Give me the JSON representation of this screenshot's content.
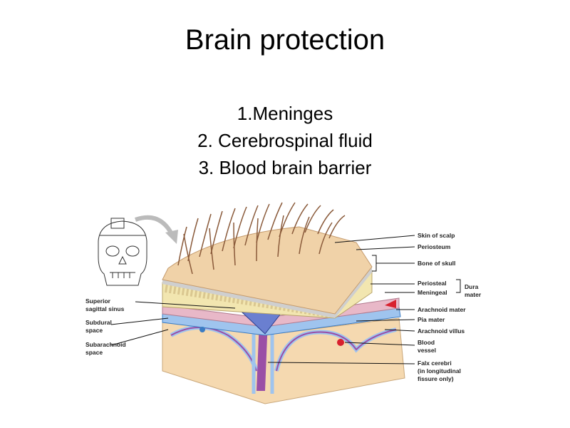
{
  "slide": {
    "title": "Brain protection",
    "points": [
      "1.Meninges",
      "2. Cerebrospinal fluid",
      "3. Blood brain barrier"
    ]
  },
  "diagram": {
    "labels_right": {
      "skin_of_scalp": "Skin of scalp",
      "periosteum": "Periosteum",
      "bone_of_skull": "Bone of skull",
      "periosteal": "Periosteal",
      "meningeal": "Meningeal",
      "dura": "Dura",
      "mater": "mater",
      "arachnoid_mater": "Arachnoid mater",
      "pia_mater": "Pia mater",
      "arachnoid_villus": "Arachnoid villus",
      "blood_vessel_1": "Blood",
      "blood_vessel_2": "vessel",
      "falx_1": "Falx cerebri",
      "falx_2": "(in longitudinal",
      "falx_3": "fissure only)"
    },
    "labels_left": {
      "superior_1": "Superior",
      "superior_2": "sagittal sinus",
      "subdural_1": "Subdural",
      "subdural_2": "space",
      "subarachnoid_1": "Subarachnoid",
      "subarachnoid_2": "space"
    },
    "colors": {
      "skin": "#f0d2a8",
      "bone": "#f2e6b0",
      "periosteum": "#cfcfcf",
      "dura": "#e8b8c8",
      "arachnoid": "#9fc4ee",
      "pia": "#9a4fa6",
      "cortex": "#f5d9b0",
      "vessel": "#d8202e",
      "hair": "#8a5a3a"
    }
  }
}
